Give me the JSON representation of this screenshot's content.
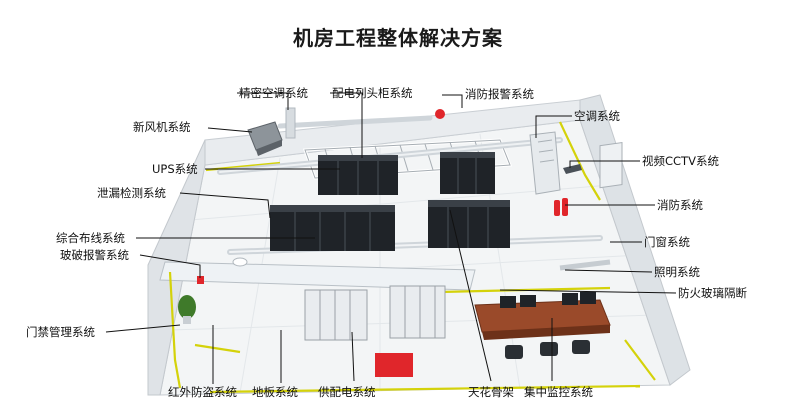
{
  "title": "机房工程整体解决方案",
  "labels": {
    "precision_ac": "精密空调系统",
    "power_cabinet": "配电列头柜系统",
    "fire_alarm": "消防报警系统",
    "fresh_air": "新风机系统",
    "air_conditioning": "空调系统",
    "ups": "UPS系统",
    "cctv": "视频CCTV系统",
    "leak_detection": "泄漏检测系统",
    "fire_protection": "消防系统",
    "cabling": "综合布线系统",
    "door_window": "门窗系统",
    "glass_break": "玻破报警系统",
    "lighting": "照明系统",
    "fire_glass": "防火玻璃隔断",
    "access_control": "门禁管理系统",
    "infrared": "红外防盗系统",
    "floor": "地板系统",
    "power_distribution": "供配电系统",
    "ceiling": "天花骨架",
    "monitoring": "集中监控系统"
  },
  "colors": {
    "accent_line": "#d4d20a",
    "floor": "#f3f5f6",
    "wall_outer": "#d8dde2",
    "cabinet": "#1f2328",
    "desk": "#9a4a2a",
    "door": "#e0262b"
  }
}
